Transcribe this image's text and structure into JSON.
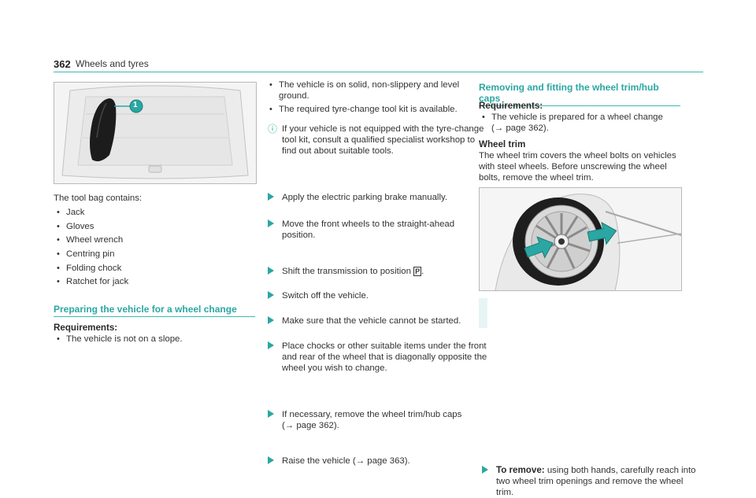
{
  "header": {
    "page_number": "362",
    "section": "Wheels and tyres"
  },
  "left": {
    "figure_callout": "1",
    "tool_bag_intro": "The tool bag contains:",
    "tool_bag_items": [
      "Jack",
      "Gloves",
      "Wheel wrench",
      "Centring pin",
      "Folding chock",
      "Ratchet for jack"
    ],
    "heading": "Preparing the vehicle for a wheel change",
    "requirements_label": "Requirements:",
    "requirements": [
      "The vehicle is not on a slope."
    ]
  },
  "middle": {
    "requirements": [
      "The vehicle is on solid, non-slippery and level ground.",
      "The required tyre-change tool kit is available."
    ],
    "note": "If your vehicle is not equipped with the tyre-change tool kit, consult a qualified specialist workshop to find out about suitable tools.",
    "steps": {
      "s1": "Apply the electric parking brake manually.",
      "s2": "Move the front wheels to the straight-ahead position.",
      "s3_prefix": "Shift the transmission to position",
      "s3_gear": "P",
      "s3_suffix": ".",
      "s4": "Switch off the vehicle.",
      "s5": "Make sure that the vehicle cannot be started.",
      "s6": "Place chocks or other suitable items under the front and rear of the wheel that is diagonally opposite the wheel you wish to change.",
      "s7_a": "If necessary, remove the wheel trim/hub caps",
      "s7_b": "(→ page 362).",
      "s8": "Raise the vehicle (→ page 363)."
    }
  },
  "right": {
    "heading": "Removing and fitting the wheel trim/hub caps",
    "requirements_label": "Requirements:",
    "req_a": "The vehicle is prepared for a wheel change",
    "req_b": "(→ page 362).",
    "subheading": "Wheel trim",
    "paragraph": "The wheel trim covers the wheel bolts on vehicles with steel wheels. Before unscrewing the wheel bolts, remove the wheel trim.",
    "step_label": "To remove:",
    "step_text": "using both hands, carefully reach into two wheel trim openings and remove the wheel trim."
  },
  "colors": {
    "accent": "#2aa7a3",
    "rule": "#3fb7b3"
  }
}
